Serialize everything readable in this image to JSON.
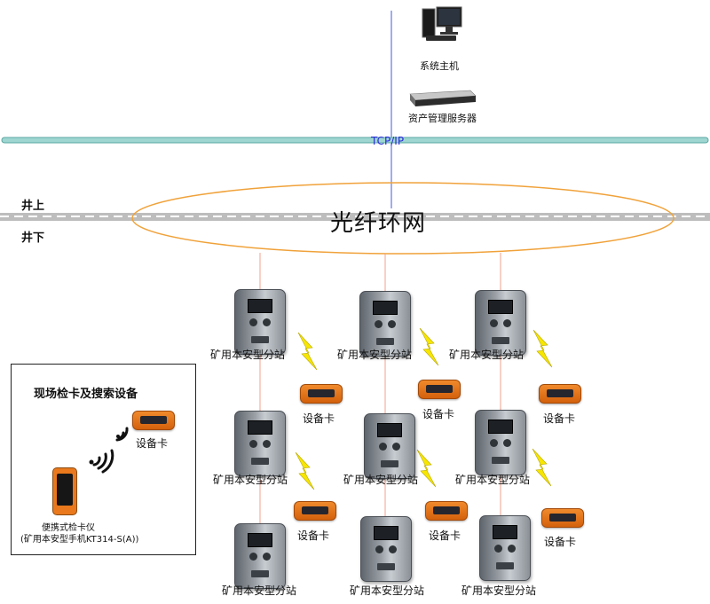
{
  "network": {
    "host_label": "系统主机",
    "server_label": "资产管理服务器",
    "tcp_label": "TCP/IP",
    "ring_label": "光纤环网",
    "above_label": "井上",
    "below_label": "井下"
  },
  "stations": {
    "label": "矿用本安型分站",
    "card_label": "设备卡"
  },
  "panel": {
    "title": "现场检卡及搜索设备",
    "card_label": "设备卡",
    "device_line1": "便携式检卡仪",
    "device_line2": "(矿用本安型手机KT314-S(A))"
  },
  "colors": {
    "ring": "#f0a23a",
    "tcp_bar": "#7fc8c4",
    "device_orange": "#e9791c",
    "link_line": "#f3a08c",
    "lightning": "#f5e000"
  }
}
